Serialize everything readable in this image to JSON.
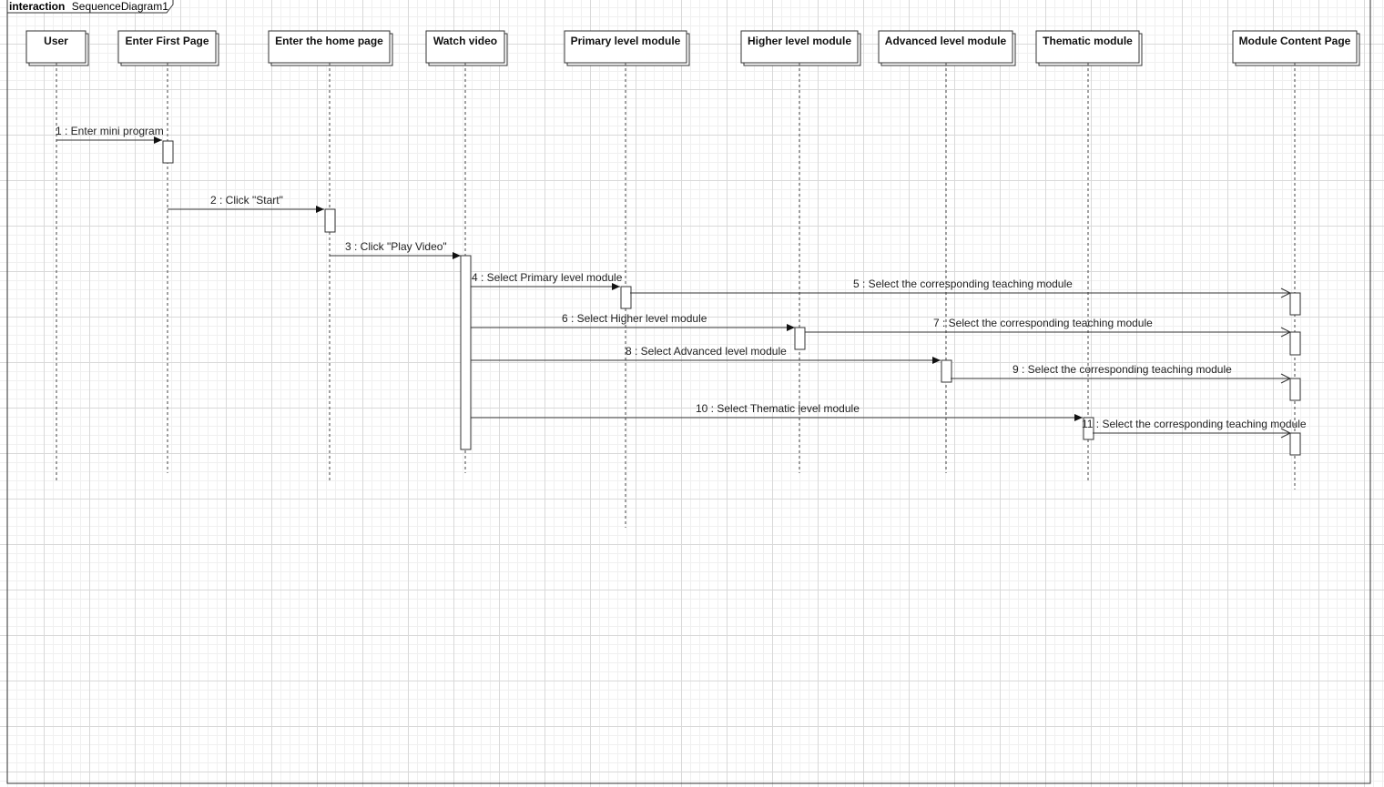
{
  "frame": {
    "keyword": "interaction",
    "name": "SequenceDiagram1"
  },
  "lifelines": [
    {
      "id": "user",
      "label": "User"
    },
    {
      "id": "first",
      "label": "Enter First Page"
    },
    {
      "id": "home",
      "label": "Enter the home page"
    },
    {
      "id": "watch",
      "label": "Watch video"
    },
    {
      "id": "primary",
      "label": "Primary level module"
    },
    {
      "id": "higher",
      "label": "Higher level module"
    },
    {
      "id": "advanced",
      "label": "Advanced level module"
    },
    {
      "id": "thematic",
      "label": "Thematic module"
    },
    {
      "id": "content",
      "label": "Module Content Page"
    }
  ],
  "messages": [
    {
      "seq": 1,
      "label": "1 : Enter mini program",
      "from": "user",
      "to": "first",
      "style": "sync"
    },
    {
      "seq": 2,
      "label": "2 : Click \"Start\"",
      "from": "first",
      "to": "home",
      "style": "sync"
    },
    {
      "seq": 3,
      "label": "3 : Click \"Play Video\"",
      "from": "home",
      "to": "watch",
      "style": "sync"
    },
    {
      "seq": 4,
      "label": "4 : Select Primary level module",
      "from": "watch",
      "to": "primary",
      "style": "sync"
    },
    {
      "seq": 5,
      "label": "5 : Select the corresponding teaching module",
      "from": "primary",
      "to": "content",
      "style": "async"
    },
    {
      "seq": 6,
      "label": "6 : Select Higher level module",
      "from": "watch",
      "to": "higher",
      "style": "sync"
    },
    {
      "seq": 7,
      "label": "7 : Select the corresponding teaching module",
      "from": "higher",
      "to": "content",
      "style": "async"
    },
    {
      "seq": 8,
      "label": "8 : Select Advanced level module",
      "from": "watch",
      "to": "advanced",
      "style": "sync"
    },
    {
      "seq": 9,
      "label": "9 : Select the corresponding teaching module",
      "from": "advanced",
      "to": "content",
      "style": "async"
    },
    {
      "seq": 10,
      "label": "10 : Select Thematic  level module",
      "from": "watch",
      "to": "thematic",
      "style": "sync"
    },
    {
      "seq": 11,
      "label": "11 : Select the corresponding teaching module",
      "from": "thematic",
      "to": "content",
      "style": "async"
    }
  ],
  "colors": {
    "line": "#333333",
    "grid_major": "#d9d9d9",
    "grid_minor": "#f0f0f0"
  }
}
